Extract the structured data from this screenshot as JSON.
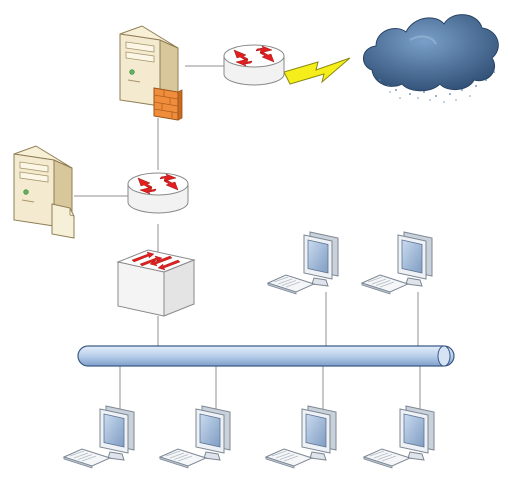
{
  "diagram": {
    "nodes": [
      {
        "id": "cloud",
        "kind": "internet-cloud"
      },
      {
        "id": "wan-link",
        "kind": "lightning-link"
      },
      {
        "id": "router-edge",
        "kind": "router"
      },
      {
        "id": "server-firewall",
        "kind": "server-with-firewall"
      },
      {
        "id": "router-core",
        "kind": "router"
      },
      {
        "id": "server-file",
        "kind": "server-with-file"
      },
      {
        "id": "switch",
        "kind": "switch"
      },
      {
        "id": "lan-bus",
        "kind": "ethernet-bus"
      },
      {
        "id": "workstation-1",
        "kind": "workstation"
      },
      {
        "id": "workstation-2",
        "kind": "workstation"
      },
      {
        "id": "workstation-3",
        "kind": "workstation"
      },
      {
        "id": "workstation-4",
        "kind": "workstation"
      },
      {
        "id": "workstation-5",
        "kind": "workstation"
      },
      {
        "id": "workstation-6",
        "kind": "workstation"
      }
    ],
    "colors": {
      "server_body": "#f3ead0",
      "server_side": "#d9c99a",
      "firewall": "#ef8d3c",
      "router_body": "#ffffff",
      "arrow_red": "#e02020",
      "bus_fill": "#bcd3ee",
      "bus_stroke": "#3c5a86",
      "cloud_dark": "#3a5c84",
      "cloud_light": "#6e92bd",
      "lightning": "#f5ee1a",
      "link_line": "#909090",
      "monitor_frame": "#dde3ea",
      "monitor_screen": "#9bb6d6"
    }
  }
}
